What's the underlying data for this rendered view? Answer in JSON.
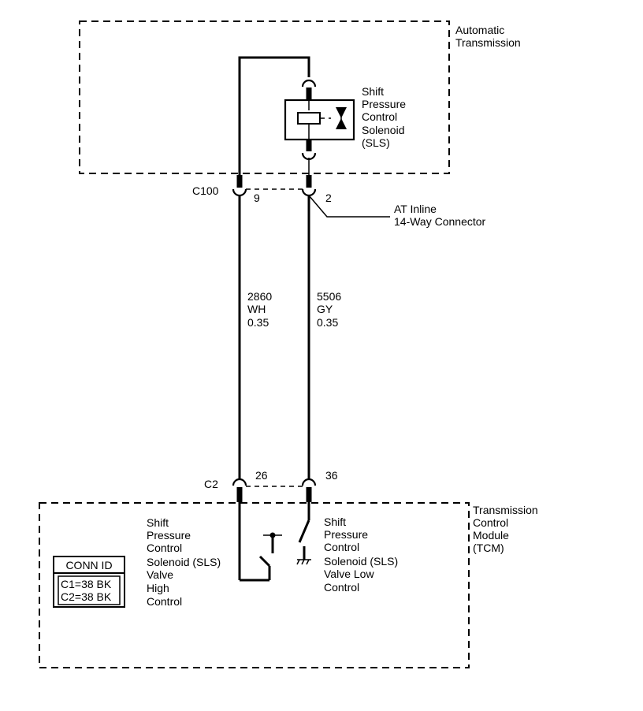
{
  "labels": {
    "automatic_transmission": [
      "Automatic",
      "Transmission"
    ],
    "solenoid_component": [
      "Shift",
      "Pressure",
      "Control",
      "Solenoid",
      "(SLS)"
    ],
    "c100_connector": "C100",
    "c100_pin_a": "9",
    "c100_pin_b": "2",
    "inline_connector": [
      "AT Inline",
      "14-Way Connector"
    ],
    "wire_left": [
      "2860",
      "WH",
      "0.35"
    ],
    "wire_right": [
      "5506",
      "GY",
      "0.35"
    ],
    "c2_connector": "C2",
    "c2_pin_a": "26",
    "c2_pin_b": "36",
    "tcm": [
      "Transmission",
      "Control",
      "Module",
      "(TCM)"
    ],
    "high_control": [
      "Shift",
      "Pressure",
      "Control",
      "Solenoid (SLS)",
      "Valve",
      "High",
      "Control"
    ],
    "low_control": [
      "Shift",
      "Pressure",
      "Control",
      "Solenoid (SLS)",
      "Valve Low",
      "Control"
    ],
    "conn_id": {
      "title": "CONN ID",
      "rows": [
        "C1=38 BK",
        "C2=38 BK"
      ]
    }
  }
}
